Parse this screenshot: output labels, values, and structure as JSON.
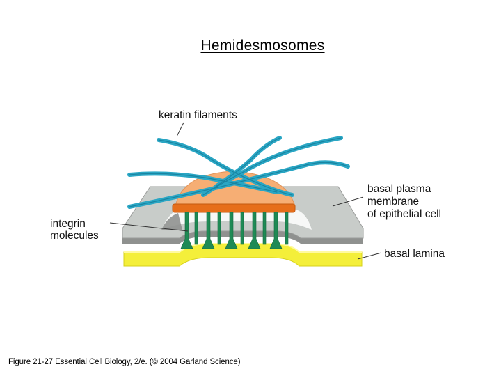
{
  "title": "Hemidesmosomes",
  "labels": {
    "keratin": "keratin filaments",
    "integrin_line1": "integrin",
    "integrin_line2": "molecules",
    "membrane_line1": "basal plasma",
    "membrane_line2": "membrane",
    "membrane_line3": "of epithelial cell",
    "lamina": "basal lamina"
  },
  "caption": "Figure 21-27  Essential Cell Biology, 2/e. (© 2004 Garland Science)",
  "colors": {
    "keratin": "#2aa6c4",
    "plaque": "#f6ae74",
    "dense_plate": "#e66e1a",
    "membrane_top": "#c8ccc9",
    "membrane_edge": "#8f918f",
    "lamina": "#f4ef3a",
    "integrin": "#1f8a55"
  }
}
